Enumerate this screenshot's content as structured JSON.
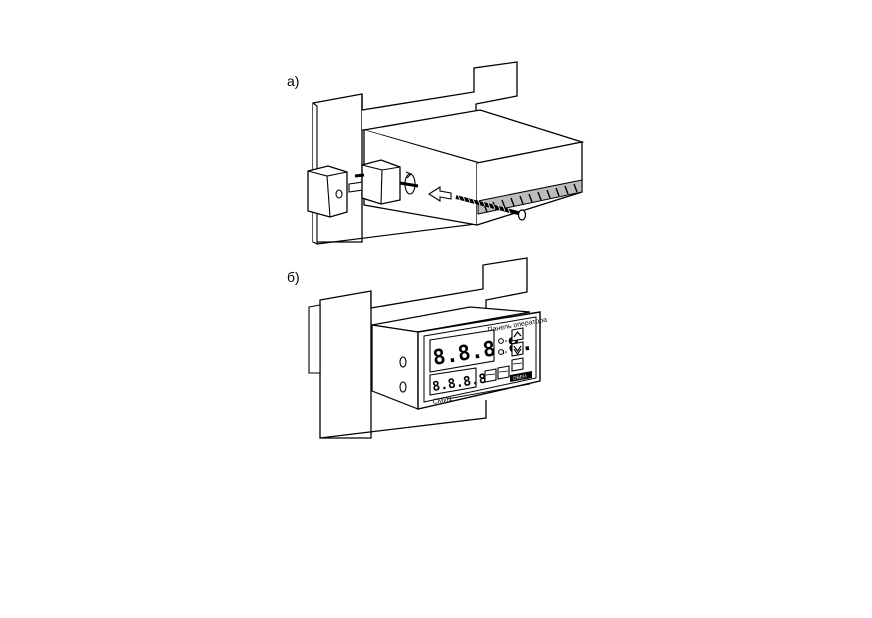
{
  "diagram": {
    "label_a": "а)",
    "label_b": "б)",
    "panel_header": "Панель оператора",
    "main_display": "8.8.8.8.",
    "secondary_display": "8.8.8.8",
    "device_name": "СМИ1",
    "brand": "OBEH"
  }
}
